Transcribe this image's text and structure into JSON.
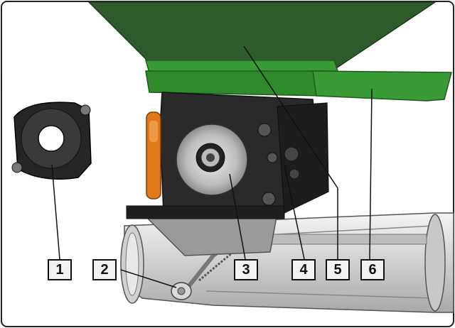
{
  "callouts": [
    {
      "label": "1"
    },
    {
      "label": "2"
    },
    {
      "label": "3"
    },
    {
      "label": "4"
    },
    {
      "label": "5"
    },
    {
      "label": "6"
    }
  ],
  "colors": {
    "hopper": "#2f5a2c",
    "frame": "#3a9a35",
    "housing": "#2a2a2a",
    "handle": "#e0781a",
    "tube": "#d8d8d8"
  }
}
